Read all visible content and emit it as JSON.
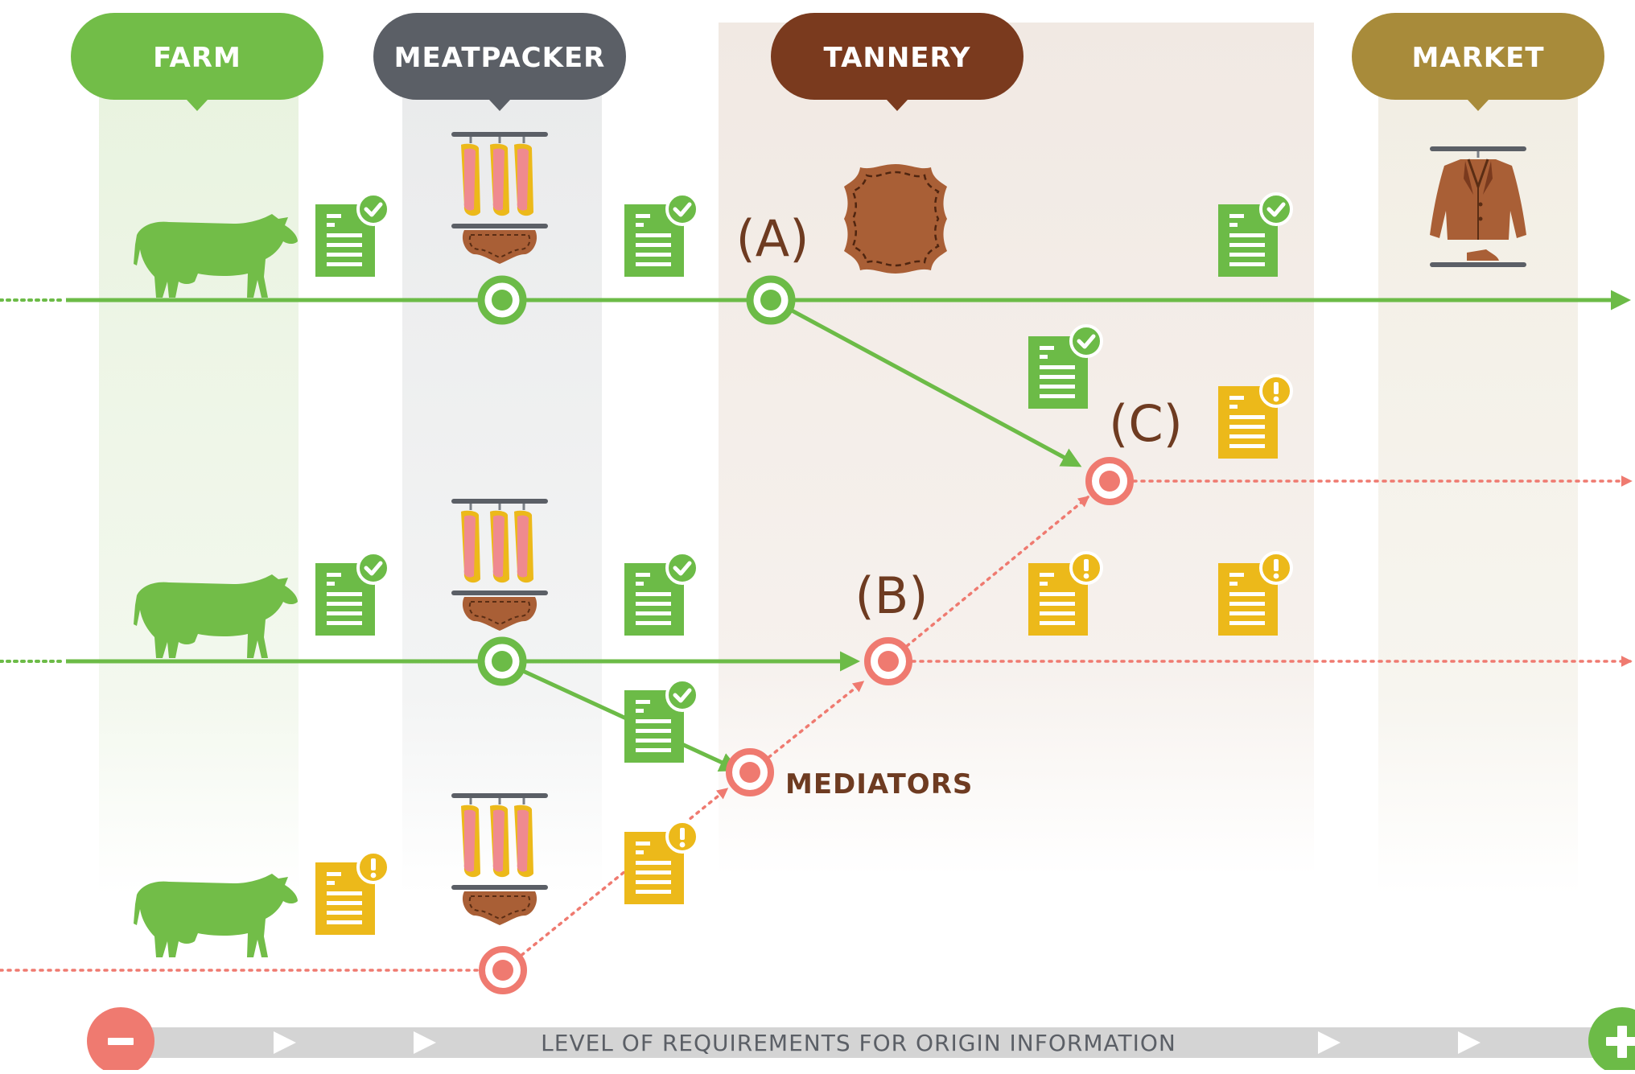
{
  "stages": [
    {
      "label": "FARM",
      "color": "#72bd48"
    },
    {
      "label": "MEATPACKER",
      "color": "#5b5f66"
    },
    {
      "label": "TANNERY",
      "color": "#7a3a1e"
    },
    {
      "label": "MARKET",
      "color": "#a88b3a"
    }
  ],
  "points": {
    "a": "(A)",
    "b": "(B)",
    "c": "(C)"
  },
  "mediators_label": "MEDIATORS",
  "requirements_bar": {
    "label": "LEVEL OF REQUIREMENTS FOR ORIGIN INFORMATION",
    "minus_symbol": "−",
    "plus_symbol": "+"
  },
  "colors": {
    "verified": "#6cbb47",
    "unverified": "#ef7a70",
    "warning_doc": "#ecb91a",
    "leather": "#a95f36",
    "bar": "#d4d4d4"
  },
  "icons": [
    "cow-icon",
    "meat-rack-icon",
    "leather-hide-icon",
    "jacket-icon",
    "document-check-icon",
    "document-warning-icon"
  ]
}
